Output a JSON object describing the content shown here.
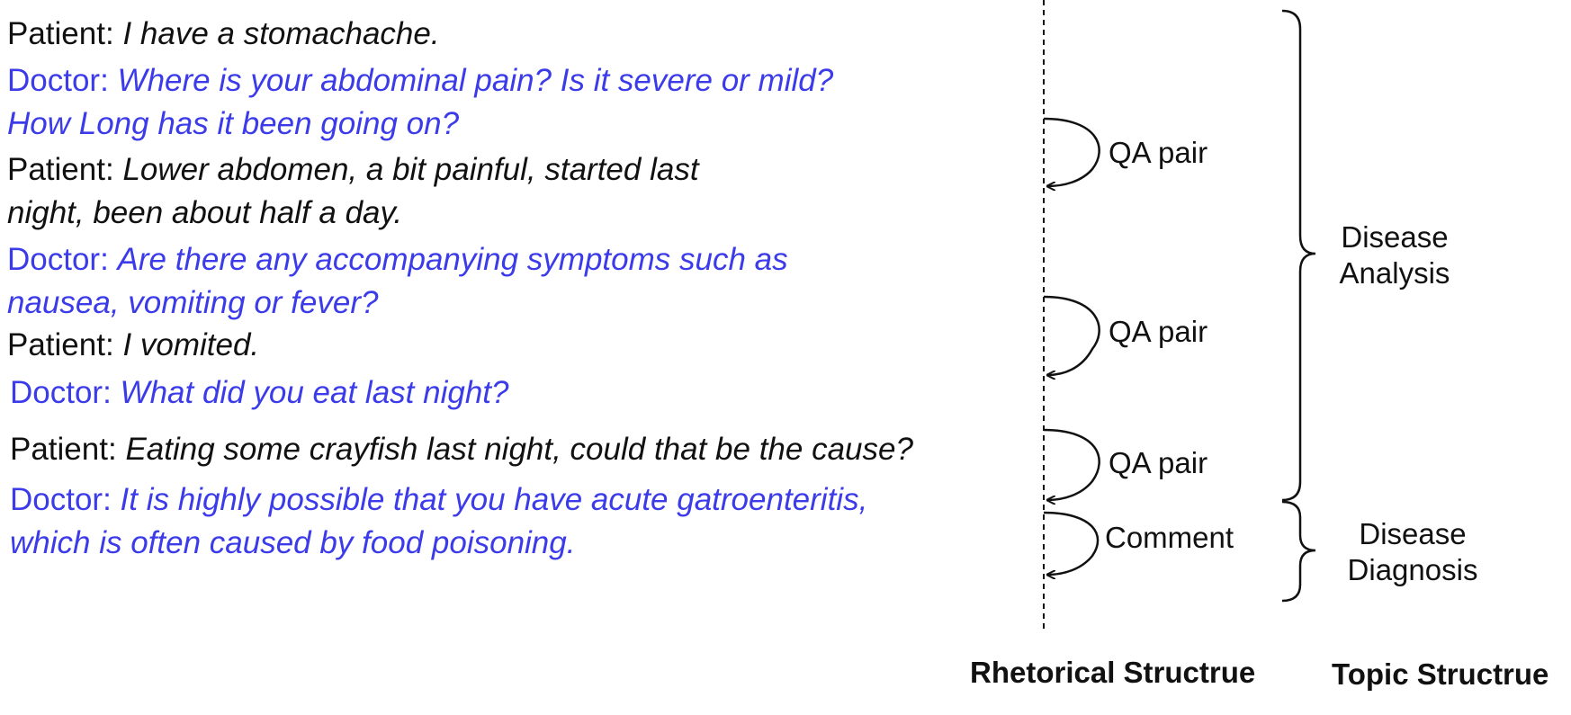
{
  "dialogue": [
    {
      "speaker": "Patient:",
      "role": "patient",
      "lines": [
        "I have a stomachache."
      ]
    },
    {
      "speaker": "Doctor:",
      "role": "doctor",
      "lines": [
        "Where is your abdominal pain? Is it severe or mild?",
        "How Long has it been going on?"
      ]
    },
    {
      "speaker": "Patient:",
      "role": "patient",
      "lines": [
        "Lower abdomen, a bit painful, started last",
        "night, been about half a day."
      ]
    },
    {
      "speaker": "Doctor:",
      "role": "doctor",
      "lines": [
        "Are there any accompanying symptoms such as",
        "nausea, vomiting or fever?"
      ]
    },
    {
      "speaker": "Patient:",
      "role": "patient",
      "lines": [
        "I vomited."
      ]
    },
    {
      "speaker": "Doctor:",
      "role": "doctor",
      "lines": [
        "What did you eat last night?"
      ]
    },
    {
      "speaker": "Patient:",
      "role": "patient",
      "lines": [
        "Eating some crayfish last night, could that be the cause?"
      ]
    },
    {
      "speaker": "Doctor:",
      "role": "doctor",
      "lines": [
        "It is highly possible that you have acute gatroenteritis,",
        "which is often caused by food poisoning."
      ]
    }
  ],
  "rhetorical_relations": [
    "QA pair",
    "QA pair",
    "QA pair",
    "Comment"
  ],
  "topics": [
    {
      "lines": [
        "Disease",
        "Analysis"
      ]
    },
    {
      "lines": [
        "Disease",
        "Diagnosis"
      ]
    }
  ],
  "headings": {
    "rhetorical": "Rhetorical Structrue",
    "topic": "Topic Structrue"
  },
  "colors": {
    "patient": "#111111",
    "doctor": "#3b3bea",
    "lines": "#111111"
  }
}
